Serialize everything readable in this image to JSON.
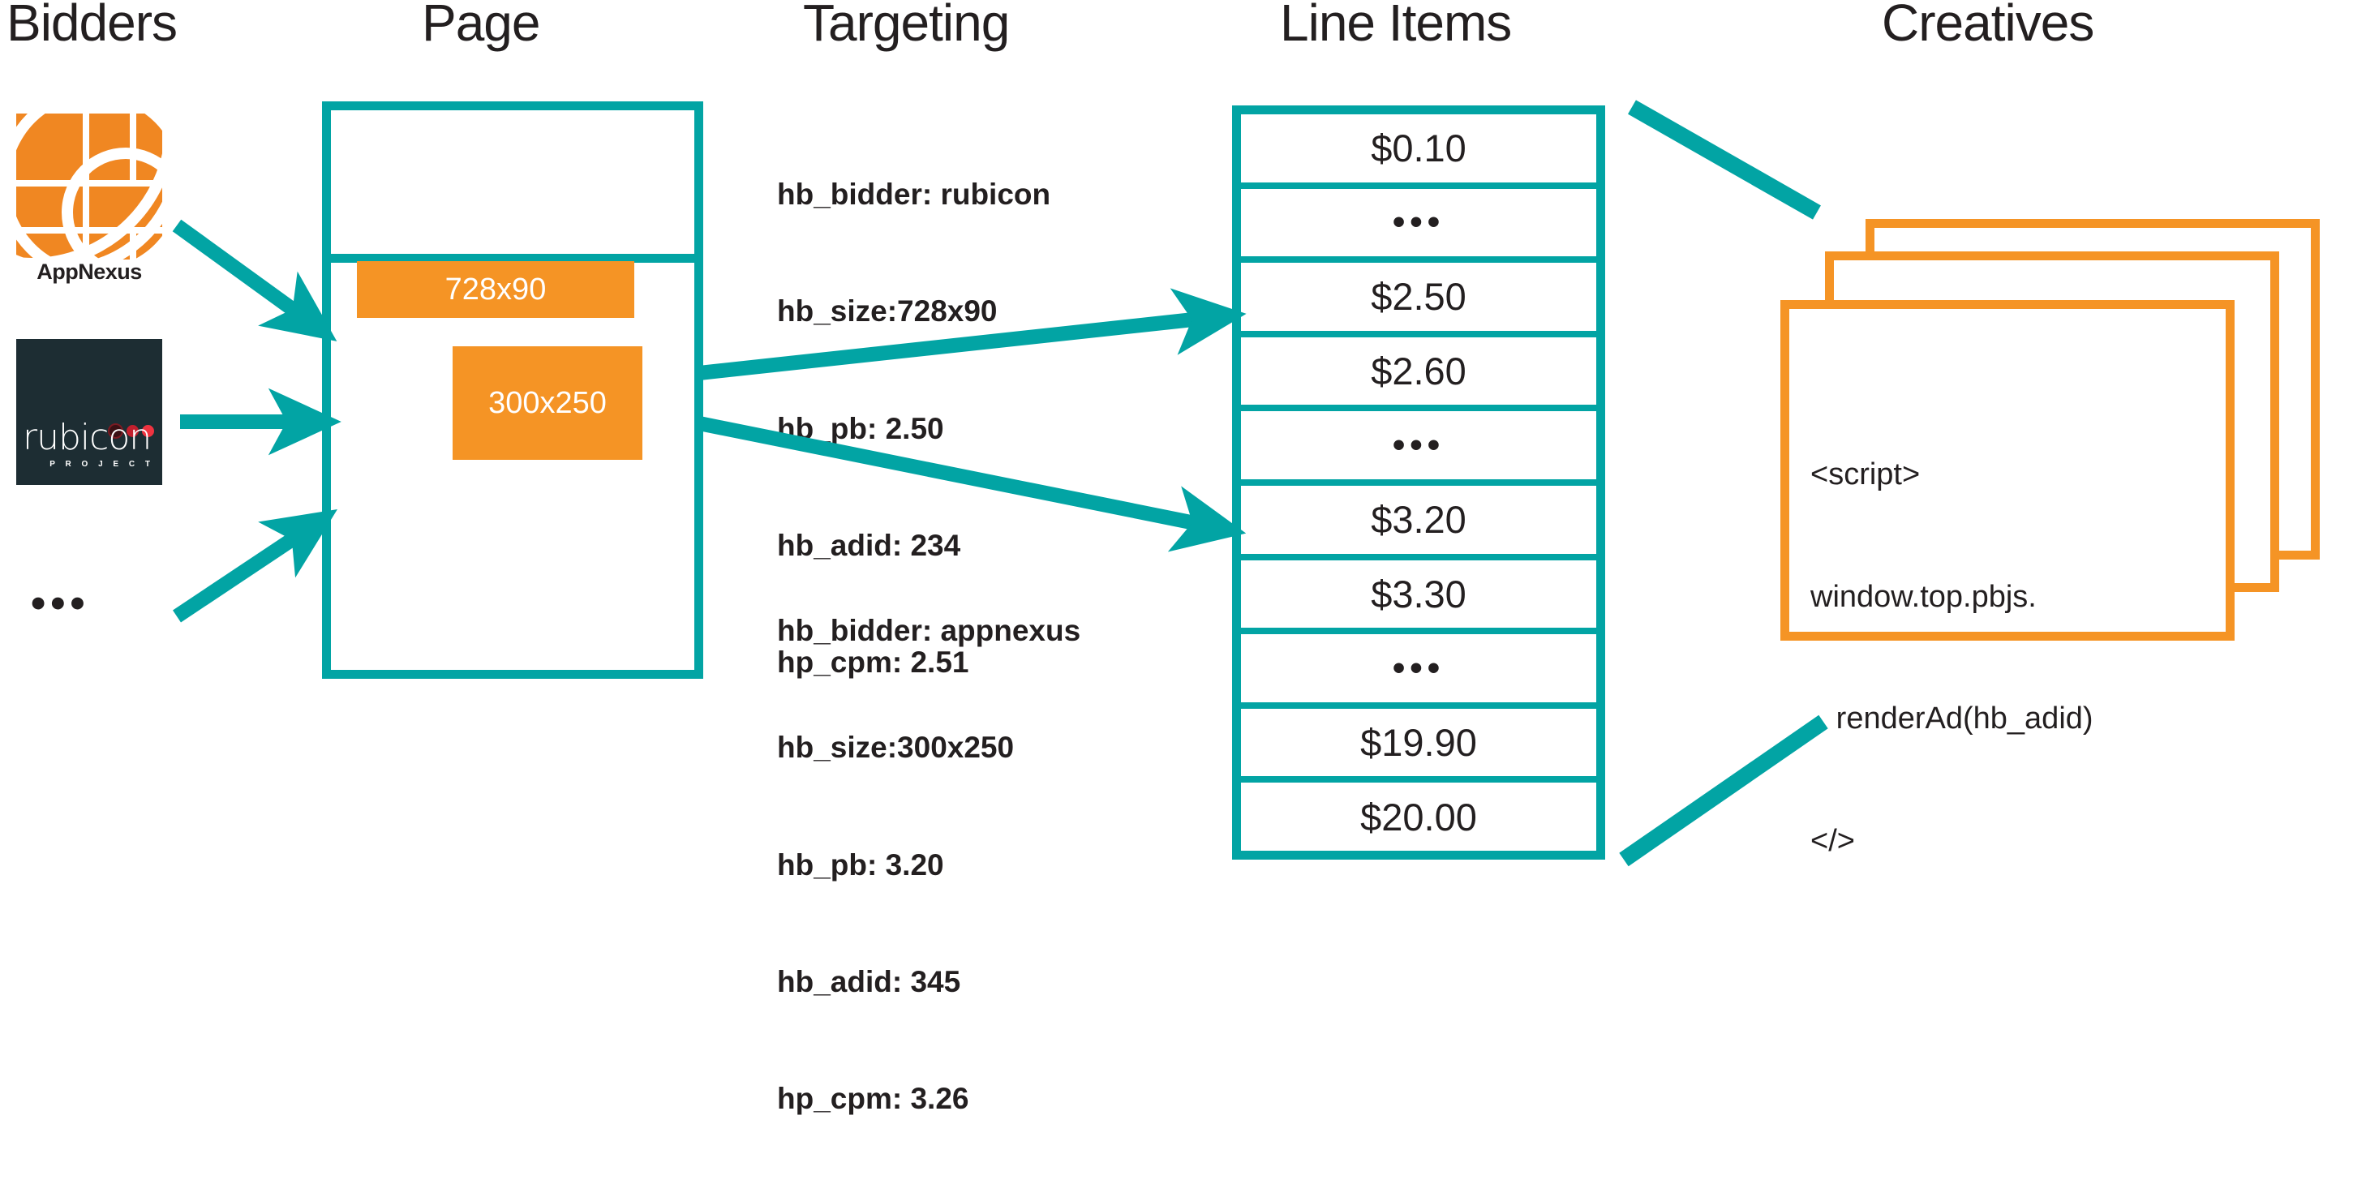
{
  "columns": {
    "bidders": "Bidders",
    "page": "Page",
    "targeting": "Targeting",
    "line_items": "Line Items",
    "creatives": "Creatives"
  },
  "colors": {
    "teal": "#02A4A4",
    "orange": "#F59425",
    "appnexus_orange": "#F08722",
    "rubicon_navy": "#1D2D33",
    "text": "#231F20"
  },
  "bidders": {
    "items": [
      {
        "name": "appnexus",
        "label": "AppNexus",
        "logo": "appnexus-logo"
      },
      {
        "name": "rubicon",
        "label": "rubicon",
        "sublabel": "P R O J E C T",
        "logo": "rubicon-project-logo"
      }
    ],
    "more_indicator": "•••"
  },
  "page": {
    "slots": [
      {
        "id": "slot-728x90",
        "label": "728x90"
      },
      {
        "id": "slot-300x250",
        "label": "300x250"
      }
    ]
  },
  "targeting": {
    "blocks": [
      {
        "id": "targeting-rubicon",
        "lines": [
          "hb_bidder: rubicon",
          "hb_size:728x90",
          "hb_pb: 2.50",
          "hb_adid: 234",
          "hp_cpm: 2.51"
        ]
      },
      {
        "id": "targeting-appnexus",
        "lines": [
          "hb_bidder: appnexus",
          "hb_size:300x250",
          "hb_pb: 3.20",
          "hb_adid: 345",
          "hp_cpm: 3.26"
        ]
      }
    ]
  },
  "line_items": {
    "rows": [
      "$0.10",
      "•••",
      "$2.50",
      "$2.60",
      "•••",
      "$3.20",
      "$3.30",
      "•••",
      "$19.90",
      "$20.00"
    ]
  },
  "creatives": {
    "code_lines": [
      "<script>",
      "window.top.pbjs.",
      "   renderAd(hb_adid)",
      "</>"
    ]
  },
  "chart_data": {
    "type": "diagram",
    "title": "Prebid header bidding flow",
    "stages": [
      "Bidders",
      "Page",
      "Targeting",
      "Line Items",
      "Creatives"
    ],
    "connections": [
      {
        "from": "appnexus",
        "to": "page",
        "style": "arrow"
      },
      {
        "from": "rubicon",
        "to": "page",
        "style": "arrow"
      },
      {
        "from": "other-bidders",
        "to": "page",
        "style": "arrow"
      },
      {
        "from": "page-728x90",
        "to": "line-item-2.50",
        "style": "arrow"
      },
      {
        "from": "page-300x250",
        "to": "line-item-3.20",
        "style": "arrow"
      },
      {
        "from": "line-items-top",
        "to": "creatives",
        "style": "line"
      },
      {
        "from": "line-items-bottom",
        "to": "creatives",
        "style": "line"
      }
    ]
  }
}
